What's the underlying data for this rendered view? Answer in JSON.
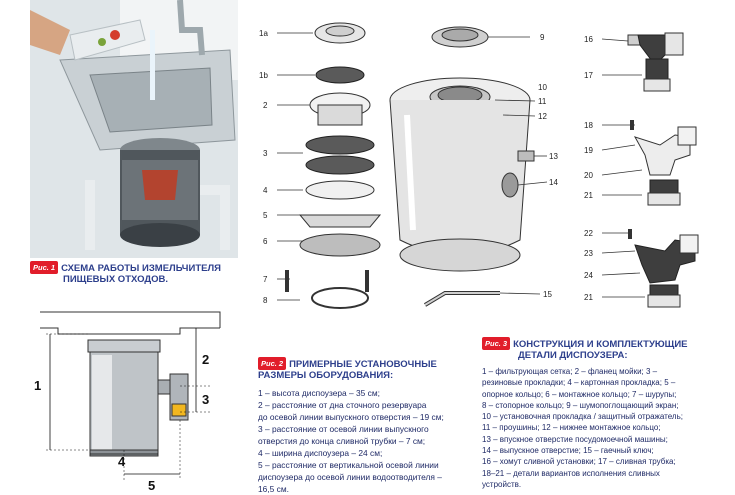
{
  "fig1": {
    "tag": "Рис. 1",
    "caption_l1": "СХЕМА РАБОТЫ ИЗМЕЛЬЧИТЕЛЯ",
    "caption_l2": "ПИЩЕВЫХ ОТХОДОВ."
  },
  "fig2": {
    "tag": "Рис. 2",
    "title_l1": "ПРИМЕРНЫЕ УСТАНОВОЧНЫЕ",
    "title_l2": "РАЗМЕРЫ ОБОРУДОВАНИЯ:",
    "dims": [
      "1",
      "2",
      "3",
      "4",
      "5"
    ],
    "lines": [
      "1 – высота диспоузера – 35 см;",
      "2 – расстояние от дна сточного резервуара",
      "до осевой линии выпускного отверстия – 19 см;",
      "3 – расстояние от осевой линии выпускного",
      "отверстия до конца сливной трубки – 7 см;",
      "4 – ширина диспоузера – 24 см;",
      "5 – расстояние от вертикальной осевой линии",
      "диспоузера до осевой линии водоотводителя –",
      "16,5 см."
    ]
  },
  "fig3": {
    "tag": "Рис. 3",
    "title_l1": "КОНСТРУКЦИЯ И КОМПЛЕКТУЮЩИЕ",
    "title_l2": "ДЕТАЛИ ДИСПОУЗЕРА:",
    "lines": [
      "1 – фильтрующая сетка; 2 – фланец мойки; 3 –",
      "резиновые прокладки; 4 – картонная прокладка; 5 –",
      "опорное кольцо; 6 – монтажное кольцо; 7 – шурупы;",
      "8 – стопорное кольцо; 9 – шумопоглощающий экран;",
      "10 – установочная прокладка / защитный отражатель;",
      "11 – проушины; 12 – нижнее монтажное кольцо;",
      "13 – впускное отверстие посудомоечной машины;",
      "14 – выпускное отверстие; 15 – гаечный ключ;",
      "16 – хомут сливной установки; 17 – сливная трубка;",
      "18–21 – детали вариантов исполнения сливных",
      "устройств."
    ]
  },
  "parts_left": [
    "1а",
    "1b",
    "2",
    "3",
    "4",
    "5",
    "6",
    "7",
    "8"
  ],
  "parts_mid": [
    "9",
    "10",
    "11",
    "12",
    "13",
    "14",
    "15"
  ],
  "parts_right": [
    "16",
    "17",
    "18",
    "19",
    "20",
    "21",
    "22",
    "23",
    "24",
    "21"
  ],
  "colors": {
    "accent": "#e11d2a",
    "caption": "#2d3f8c",
    "numbers": "#2a6bd8"
  }
}
